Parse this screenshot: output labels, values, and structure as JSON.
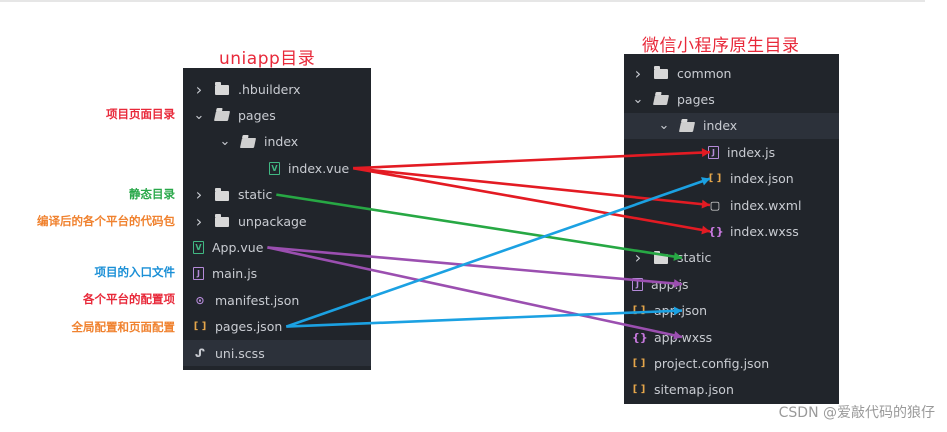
{
  "left_title": "uniapp目录",
  "right_title": "微信小程序原生目录",
  "left_tree": [
    {
      "label": ".hbuilderx",
      "type": "folder",
      "expanded": false,
      "level": 0
    },
    {
      "label": "pages",
      "type": "folder",
      "expanded": true,
      "level": 0
    },
    {
      "label": "index",
      "type": "folder",
      "expanded": true,
      "level": 1
    },
    {
      "label": "index.vue",
      "type": "vue",
      "level": 2
    },
    {
      "label": "static",
      "type": "folder",
      "expanded": false,
      "level": 0
    },
    {
      "label": "unpackage",
      "type": "folder",
      "expanded": false,
      "level": 0
    },
    {
      "label": "App.vue",
      "type": "vue",
      "level": 0
    },
    {
      "label": "main.js",
      "type": "js",
      "level": 0
    },
    {
      "label": "manifest.json",
      "type": "manifest",
      "level": 0
    },
    {
      "label": "pages.json",
      "type": "json",
      "level": 0
    },
    {
      "label": "uni.scss",
      "type": "scss",
      "level": 0
    }
  ],
  "right_tree": [
    {
      "label": "common",
      "type": "folder",
      "expanded": false,
      "level": 0
    },
    {
      "label": "pages",
      "type": "folder",
      "expanded": true,
      "level": 0
    },
    {
      "label": "index",
      "type": "folder",
      "expanded": true,
      "level": 1
    },
    {
      "label": "index.js",
      "type": "js",
      "level": 2
    },
    {
      "label": "index.json",
      "type": "json",
      "level": 2
    },
    {
      "label": "index.wxml",
      "type": "wxml",
      "level": 2
    },
    {
      "label": "index.wxss",
      "type": "wxss",
      "level": 2
    },
    {
      "label": "static",
      "type": "folder",
      "expanded": false,
      "level": 0
    },
    {
      "label": "app.js",
      "type": "js",
      "level": 0
    },
    {
      "label": "app.json",
      "type": "json",
      "level": 0
    },
    {
      "label": "app.wxss",
      "type": "wxss",
      "level": 0
    },
    {
      "label": "project.config.json",
      "type": "json",
      "level": 0
    },
    {
      "label": "sitemap.json",
      "type": "json",
      "level": 0
    }
  ],
  "annotations": [
    {
      "text": "项目页面目录",
      "color": "#e8293a"
    },
    {
      "text": "静态目录",
      "color": "#2aa84a"
    },
    {
      "text": "编译后的各个平台的代码包",
      "color": "#f0822f"
    },
    {
      "text": "项目的入口文件",
      "color": "#1a8fd6"
    },
    {
      "text": "各个平台的配置项",
      "color": "#e8293a"
    },
    {
      "text": "全局配置和页面配置",
      "color": "#f0822f"
    }
  ],
  "connections": [
    {
      "from": "index.vue",
      "to": "index.js",
      "color": "#e31b23"
    },
    {
      "from": "index.vue",
      "to": "index.wxml",
      "color": "#e31b23"
    },
    {
      "from": "index.vue",
      "to": "index.wxss",
      "color": "#e31b23"
    },
    {
      "from": "static",
      "to": "static",
      "color": "#27a844"
    },
    {
      "from": "App.vue",
      "to": "app.js",
      "color": "#9b4fb0"
    },
    {
      "from": "App.vue",
      "to": "app.wxss",
      "color": "#9b4fb0"
    },
    {
      "from": "pages.json",
      "to": "index.json",
      "color": "#1ba1e2"
    },
    {
      "from": "pages.json",
      "to": "app.json",
      "color": "#1ba1e2"
    }
  ],
  "icon_colors": {
    "vue": "#41b883",
    "js": "#b48ad8",
    "json": "#e5a64a",
    "manifest": "#b48ad8",
    "scss": "#c9ccd2",
    "wxml": "#e6e6e6",
    "wxss": "#c678dd",
    "folder": "#d8d8d8"
  },
  "watermark": "CSDN @爱敲代码的狼仔"
}
